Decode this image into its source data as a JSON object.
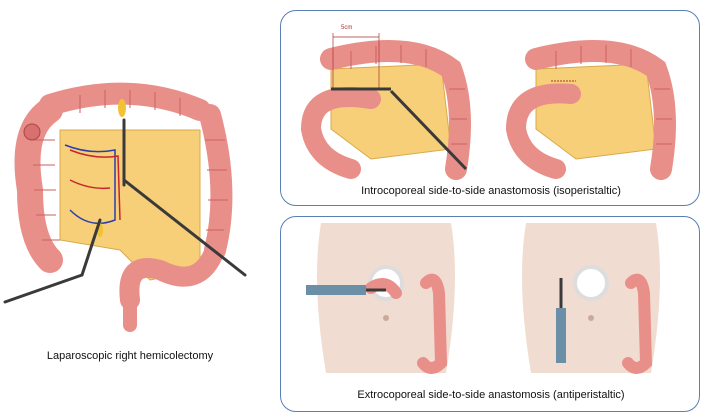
{
  "left": {
    "caption": "Laparoscopic right hemicolectomy"
  },
  "top_panel": {
    "caption": "Introcoporeal side-to-side anastomosis (isoperistaltic)",
    "measure_label": "5cm"
  },
  "bottom_panel": {
    "caption": "Extrocoporeal side-to-side anastomosis (antiperistaltic)"
  },
  "colors": {
    "colon": "#e98f8a",
    "colon_dark": "#c9625e",
    "mesentery": "#f6cf78",
    "skin": "#f1dcd2",
    "panel_border": "#5a7fb5",
    "instrument": "#3a3a3a"
  }
}
